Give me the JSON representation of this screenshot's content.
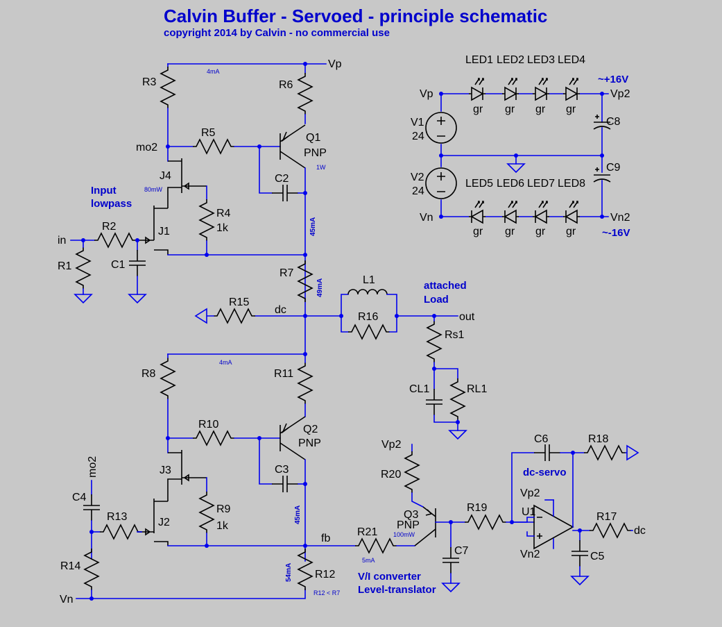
{
  "title": "Calvin Buffer - Servoed - principle schematic",
  "subtitle": "copyright 2014 by Calvin - no commercial use",
  "nets": {
    "vp": "Vp",
    "vn": "Vn",
    "vp2": "Vp2",
    "vn2": "Vn2",
    "mo2": "mo2",
    "in": "in",
    "dc": "dc",
    "out": "out",
    "fb": "fb"
  },
  "notes": {
    "input_lowpass": [
      "Input",
      "lowpass"
    ],
    "attached_load": [
      "attached",
      "Load"
    ],
    "dc_servo": "dc-servo",
    "vi_converter": [
      "V/I converter",
      "Level-translator"
    ],
    "plus16": "~+16V",
    "minus16": "~-16V"
  },
  "currents": {
    "top_divider": "4mA",
    "q1_power": "1W",
    "j4_power": "80mW",
    "i45_top": "45mA",
    "i49": "49mA",
    "bottom_divider": "4mA",
    "i45_bottom": "45mA",
    "i54": "54mA",
    "q3_power": "100mW",
    "i5": "5mA",
    "r12_note": "R12 < R7"
  },
  "components": {
    "r1": "R1",
    "r2": "R2",
    "r3": "R3",
    "r4": "R4",
    "r4v": "1k",
    "r5": "R5",
    "r6": "R6",
    "r7": "R7",
    "r8": "R8",
    "r9": "R9",
    "r9v": "1k",
    "r10": "R10",
    "r11": "R11",
    "r12": "R12",
    "r13": "R13",
    "r14": "R14",
    "r15": "R15",
    "r16": "R16",
    "r17": "R17",
    "r18": "R18",
    "r19": "R19",
    "r20": "R20",
    "r21": "R21",
    "rs1": "Rs1",
    "rl1": "RL1",
    "c1": "C1",
    "c2": "C2",
    "c3": "C3",
    "c4": "C4",
    "c5": "C5",
    "c6": "C6",
    "c7": "C7",
    "c8": "C8",
    "c9": "C9",
    "cl1": "CL1",
    "l1": "L1",
    "q1": "Q1",
    "q1t": "PNP",
    "q2": "Q2",
    "q2t": "PNP",
    "q3": "Q3",
    "q3t": "PNP",
    "j1": "J1",
    "j2": "J2",
    "j3": "J3",
    "j4": "J4",
    "u1": "U1",
    "v1": "V1",
    "v1v": "24",
    "v2": "V2",
    "v2v": "24"
  },
  "leds": [
    {
      "name": "LED1",
      "color": "gr"
    },
    {
      "name": "LED2",
      "color": "gr"
    },
    {
      "name": "LED3",
      "color": "gr"
    },
    {
      "name": "LED4",
      "color": "gr"
    },
    {
      "name": "LED5",
      "color": "gr"
    },
    {
      "name": "LED6",
      "color": "gr"
    },
    {
      "name": "LED7",
      "color": "gr"
    },
    {
      "name": "LED8",
      "color": "gr"
    }
  ],
  "colors": {
    "background": "#c8c8c8",
    "wire": "#0000ee",
    "symbol": "#000000",
    "annotation": "#0000cc"
  }
}
